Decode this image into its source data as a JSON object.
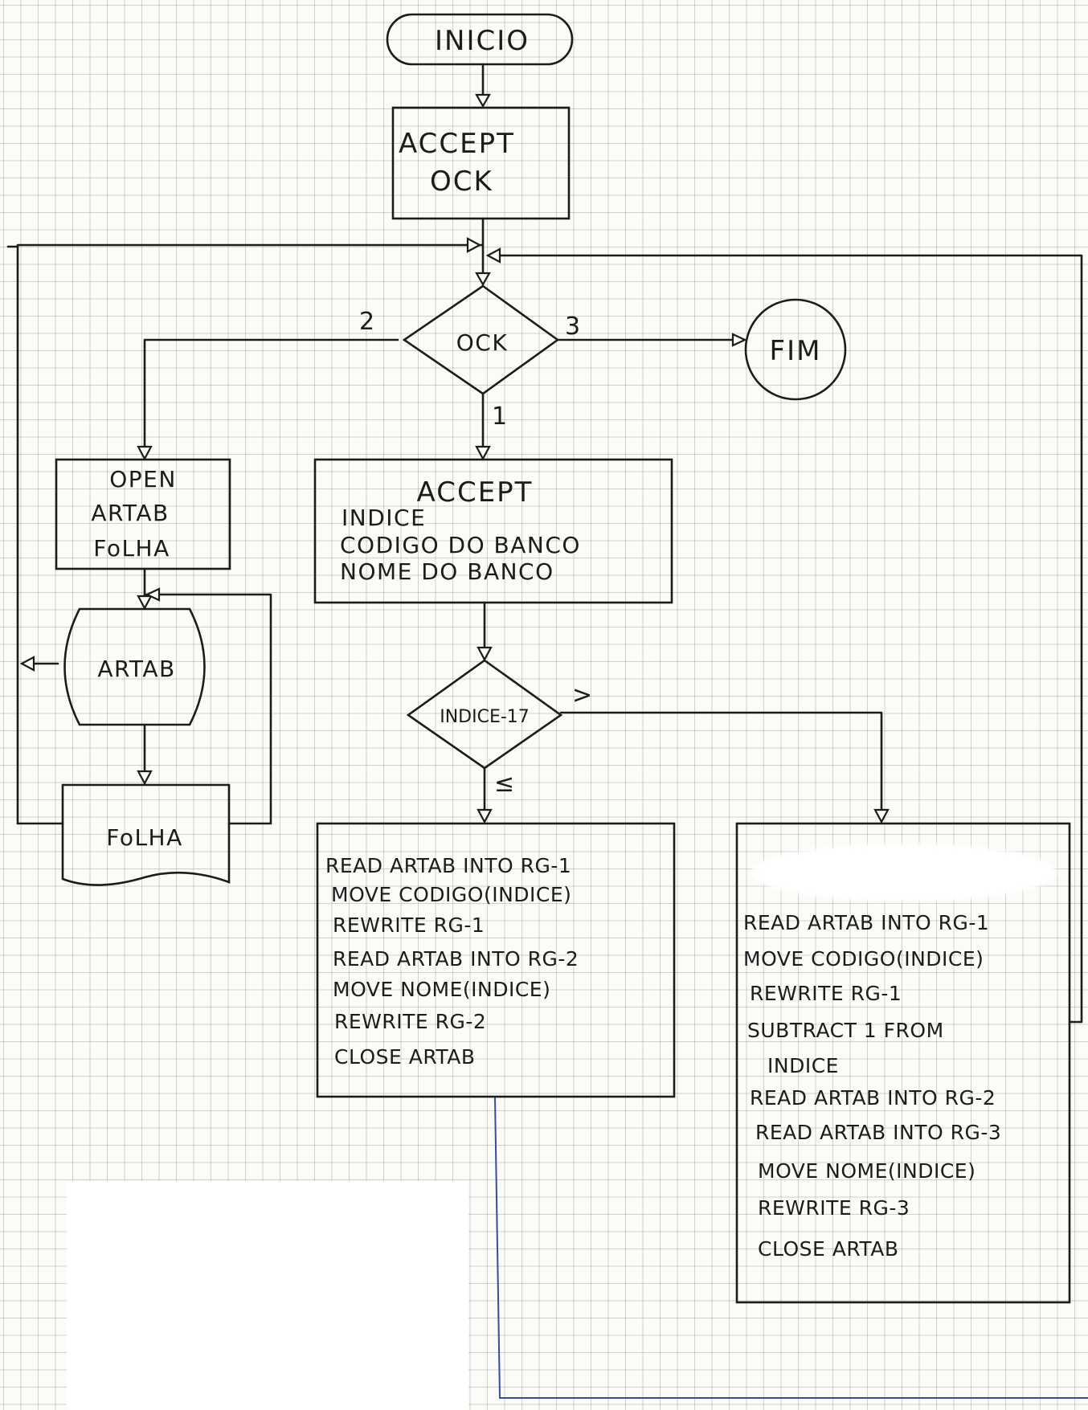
{
  "diagram": {
    "start": "INICIO",
    "accept_ock": [
      "ACCEPT",
      "OCK"
    ],
    "decision_ock": "OCK",
    "branch_labels": {
      "two": "2",
      "three": "3",
      "one": "1"
    },
    "end": "FIM",
    "open_box": [
      "OPEN",
      "ARTAB",
      "FoLHA"
    ],
    "accept_box": [
      "ACCEPT",
      "INDICE",
      "CODIGO DO BANCO",
      "NOME DO BANCO"
    ],
    "file_artab": "ARTAB",
    "doc_folha": "FoLHA",
    "decision_indice": "INDICE-17",
    "compare_labels": {
      "gt": ">",
      "le": "≤"
    },
    "left_process": [
      "READ ARTAB INTO RG-1",
      "MOVE CODIGO(INDICE)",
      "REWRITE RG-1",
      "READ ARTAB INTO RG-2",
      "MOVE NOME(INDICE)",
      "REWRITE RG-2",
      "CLOSE ARTAB"
    ],
    "right_process": [
      "READ ARTAB INTO RG-1",
      "MOVE CODIGO(INDICE)",
      "REWRITE RG-1",
      "SUBTRACT 1 FROM",
      "INDICE",
      "READ ARTAB INTO RG-2",
      "READ ARTAB INTO RG-3",
      "MOVE NOME(INDICE)",
      "REWRITE RG-3",
      "CLOSE ARTAB"
    ]
  }
}
